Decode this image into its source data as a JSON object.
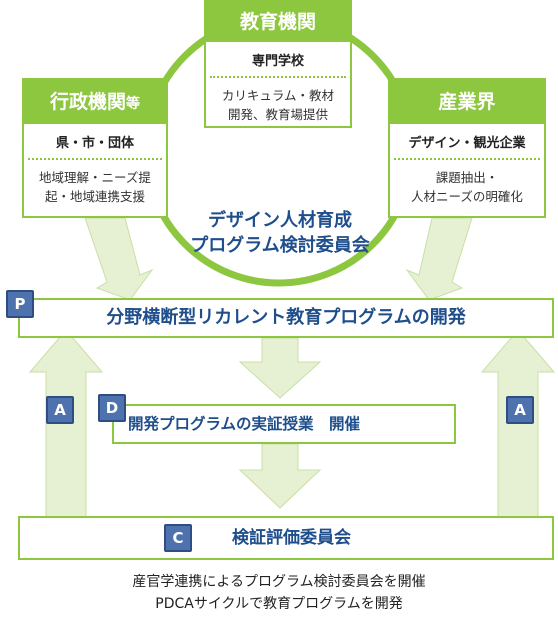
{
  "orgs": {
    "education": {
      "head": "教育機関",
      "sub": "専門学校",
      "desc1": "カリキュラム・教材",
      "desc2": "開発、教育場提供"
    },
    "government": {
      "head": "行政機関",
      "head_small": "等",
      "sub": "県・市・団体",
      "desc1": "地域理解・ニーズ提",
      "desc2": "起・地域連携支援"
    },
    "industry": {
      "head": "産業界",
      "sub": "デザイン・観光企業",
      "desc1": "課題抽出・",
      "desc2": "人材ニーズの明確化"
    }
  },
  "committee": {
    "line1": "デザイン人材育成",
    "line2": "プログラム検討委員会"
  },
  "plan": {
    "badge": "P",
    "text": "分野横断型リカレント教育プログラムの開発"
  },
  "do": {
    "badge": "D",
    "text": "開発プログラムの実証授業　開催"
  },
  "check": {
    "badge": "C",
    "text": "検証評価委員会"
  },
  "act_badge": "A",
  "footer": {
    "line1": "産官学連携によるプログラム検討委員会を開催",
    "line2": "PDCAサイクルで教育プログラムを開発"
  },
  "colors": {
    "green": "#8dc63f",
    "light_green": "#e6f0d2",
    "blue": "#4d72ad",
    "navy": "#1f4e8c"
  }
}
